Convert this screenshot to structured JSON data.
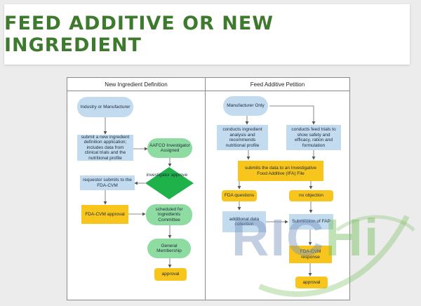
{
  "slide": {
    "title": "FEED ADDITIVE OR NEW INGREDIENT"
  },
  "left_column": {
    "header": "New Ingredient Definition",
    "nodes": {
      "industry": "Industry or Manufacturer",
      "submit_application": "submit a new ingredient definition application; includes data from clinical trials and the nutritional profile",
      "aafco_assigned": "AAFCO Investigator Assigned",
      "investigator_approve": "investigator approve",
      "requestor_submits": "requestor submits to the FDA-CVM",
      "fda_cvm_approval": "FDA-CVM approval",
      "scheduled_committee": "scheduled for Ingredients Committee",
      "general_membership": "General Membership",
      "approval": "approval"
    }
  },
  "right_column": {
    "header": "Feed Additive Petition",
    "nodes": {
      "manufacturer_only": "Manufacturer Only",
      "conducts_analysis": "conducts ingredient analysis and recommends nutritional profile",
      "conducts_feed_trials": "conducts feed trials to show safety and efficacy, ration and formulation",
      "submits_ifa": "submits the data to an Investigative Food Additive (IFA) File",
      "fda_questions": "FDA questions",
      "no_objection": "no objection",
      "additional_data": "additional data collection",
      "submission_fap": "Submission of FAP",
      "fda_cvm_response": "FDA-CVM response",
      "approval": "approval"
    }
  },
  "watermark": {
    "text_main": "RIC",
    "text_accent": "Hi"
  },
  "colors": {
    "title_green": "#3e7a2e",
    "blue_node": "#c2dbef",
    "green_node": "#8fdca2",
    "yellow_node": "#f7c51c",
    "diamond_green": "#1fb24a"
  }
}
